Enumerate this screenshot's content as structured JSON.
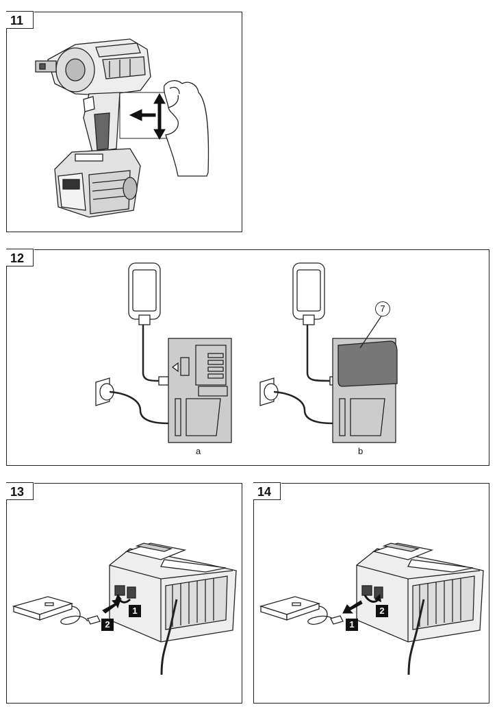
{
  "figures": {
    "fig11": {
      "number": "11"
    },
    "fig12": {
      "number": "12",
      "label_a": "a",
      "label_b": "b",
      "callout": "7"
    },
    "fig13": {
      "number": "13",
      "step_1": "1",
      "step_2": "2"
    },
    "fig14": {
      "number": "14",
      "step_1": "1",
      "step_2": "2"
    }
  }
}
